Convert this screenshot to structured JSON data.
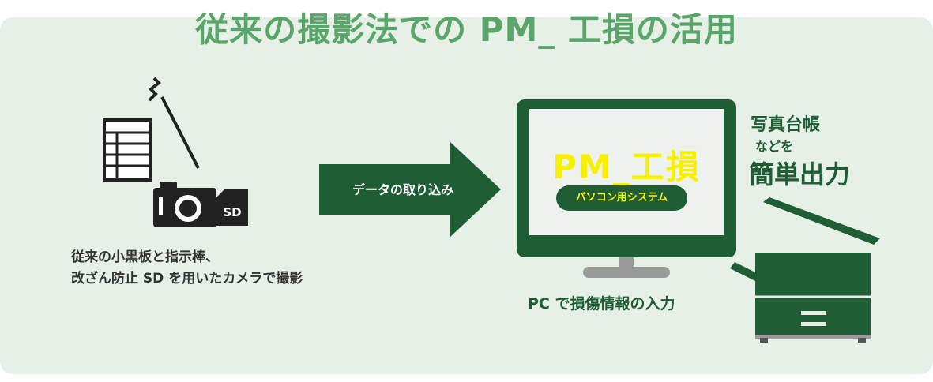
{
  "title": "従来の撮影法での PM_ 工損の活用",
  "caption_line1": "従来の小黒板と指示棒、",
  "caption_line2": "改ざん防止 SD を用いたカメラで撮影",
  "sd_label": "SD",
  "arrow_label": "データの取り込み",
  "pm_logo": "PM_工損",
  "pm_badge": "パソコン用システム",
  "pc_caption": "PC で損傷情報の入力",
  "output_line1": "写真台帳",
  "output_line2": "などを",
  "output_line3": "簡単出力",
  "colors": {
    "dark_green": "#1f5e34",
    "title_green": "#5aa56a",
    "panel_bg": "#e6f0e7",
    "logo_yellow": "#f7f100"
  }
}
